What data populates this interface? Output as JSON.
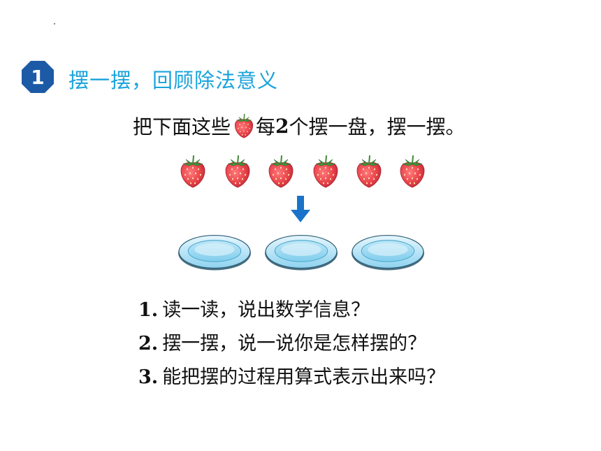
{
  "section": {
    "badge_number": "1",
    "title": "摆一摆，回顾除法意义",
    "accent_color": "#1aa3dc",
    "badge_color": "#1c5aa6"
  },
  "instruction": {
    "before": "把下面这些",
    "icon": "strawberry-icon",
    "number": "2",
    "before_number": "每",
    "after": "个摆一盘，摆一摆。"
  },
  "strawberries": {
    "count": 6,
    "icon": "strawberry-icon"
  },
  "arrow": {
    "icon": "arrow-down-icon",
    "color": "#1a73c8"
  },
  "plates": {
    "count": 3,
    "icon": "plate-icon"
  },
  "questions": [
    {
      "num": "1.",
      "text": "读一读，说出数学信息？"
    },
    {
      "num": "2.",
      "text": "摆一摆，说一说你是怎样摆的？"
    },
    {
      "num": "3.",
      "text": "能把摆的过程用算式表示出来吗？"
    }
  ]
}
